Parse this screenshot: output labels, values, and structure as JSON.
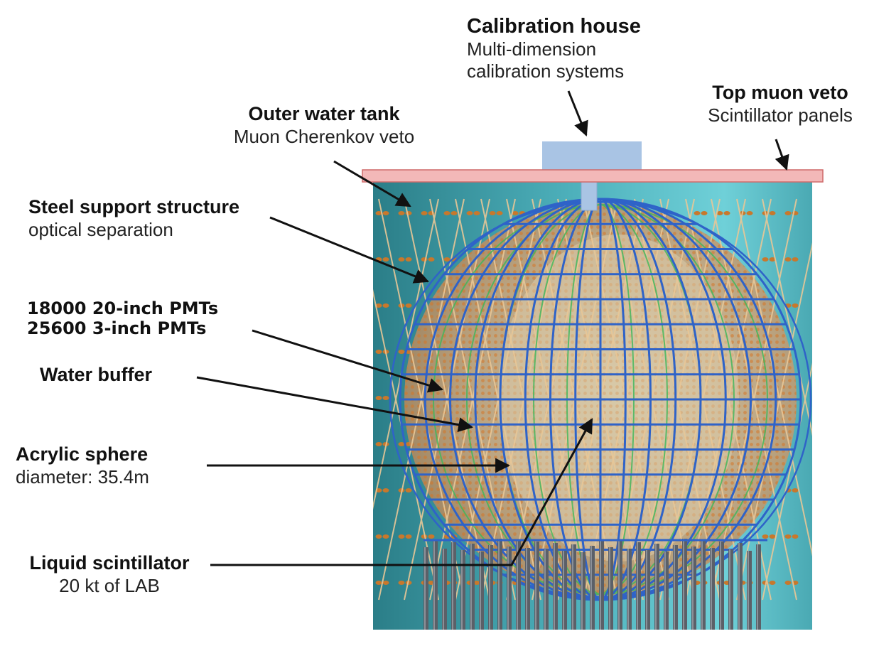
{
  "labels": {
    "calibration_house": {
      "title": "Calibration house",
      "sub1": "Multi-dimension",
      "sub2": "calibration systems"
    },
    "top_muon_veto": {
      "title": "Top muon veto",
      "sub": "Scintillator panels"
    },
    "outer_water_tank": {
      "title": "Outer water tank",
      "sub": "Muon Cherenkov veto"
    },
    "steel_support": {
      "title": "Steel support structure",
      "sub": "optical separation"
    },
    "pmts": {
      "line1": "18000 20-inch PMTs",
      "line2": "25600 3-inch PMTs"
    },
    "water_buffer": {
      "title": "Water buffer"
    },
    "acrylic_sphere": {
      "title": "Acrylic sphere",
      "sub": "diameter: 35.4m"
    },
    "liquid_scintillator": {
      "title": "Liquid scintillator",
      "sub": "20 kt of LAB"
    }
  },
  "colors": {
    "tank_dark": "#2f8c96",
    "tank_light": "#63c6cf",
    "veto_panel": "#f2b5b5",
    "veto_edge": "#d06a6a",
    "calib_house": "#a9c4e4",
    "sphere_fill": "#c9a682",
    "pmt_orange": "#d8782e",
    "frame_blue": "#2f63c8",
    "strut_tan": "#e7c595",
    "strut_green": "#3cb85a",
    "pillar_gray": "#5b6068",
    "arrow": "#111111"
  }
}
